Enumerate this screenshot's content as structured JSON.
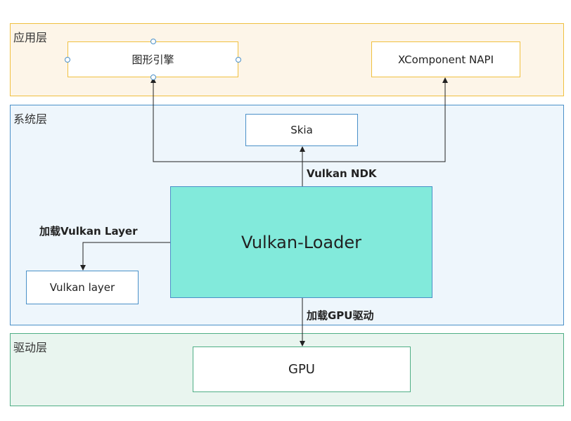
{
  "layers": {
    "app": {
      "title": "应用层"
    },
    "system": {
      "title": "系统层"
    },
    "driver": {
      "title": "驱动层"
    }
  },
  "nodes": {
    "graphics_engine": "图形引擎",
    "xcomponent_napi": "XComponent NAPI",
    "skia": "Skia",
    "vulkan_loader": "Vulkan-Loader",
    "vulkan_layer": "Vulkan layer",
    "gpu": "GPU"
  },
  "edges": {
    "vulkan_ndk": "Vulkan NDK",
    "load_vulkan_layer": "加载Vulkan Layer",
    "load_gpu_driver": "加载GPU驱动"
  },
  "colors": {
    "app_fill": "#fdf5e8",
    "app_border": "#f0c040",
    "system_fill": "#eef6fc",
    "system_border": "#4a90c8",
    "driver_fill": "#e9f5ef",
    "driver_border": "#4fae85",
    "loader_fill": "#82eadb",
    "handle": "#4a90c8"
  }
}
